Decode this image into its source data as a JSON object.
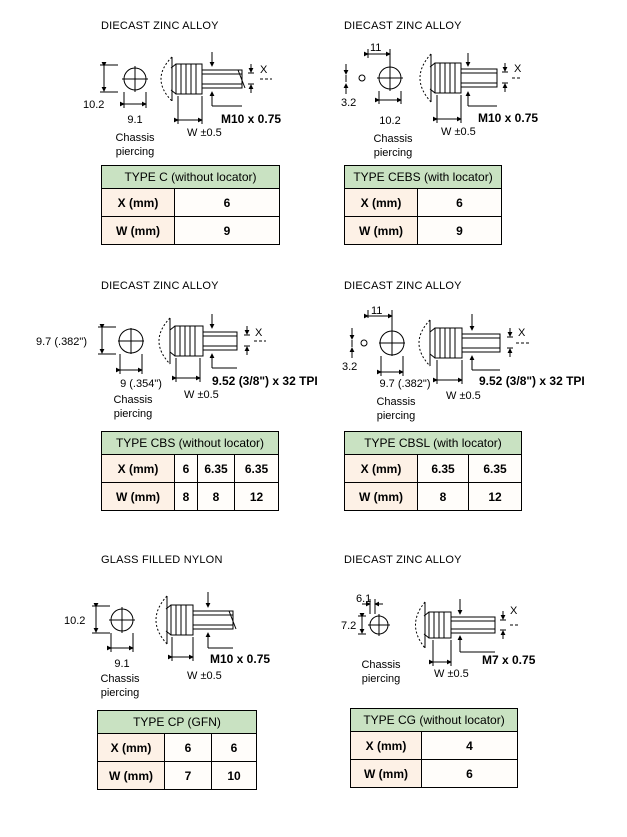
{
  "panels": [
    {
      "material": "DIECAST ZINC ALLOY",
      "labels": {
        "height": "10.2",
        "chassis_dim": "9.1",
        "chassis_1": "Chassis",
        "chassis_2": "piercing",
        "w": "W ±0.5",
        "x": "X",
        "thread": "M10 x 0.75"
      },
      "table": {
        "title": "TYPE C (without locator)",
        "rows": [
          {
            "label": "X (mm)",
            "values": [
              "6"
            ]
          },
          {
            "label": "W (mm)",
            "values": [
              "9"
            ]
          }
        ]
      }
    },
    {
      "material": "DIECAST ZINC ALLOY",
      "labels": {
        "offset": "11",
        "locator": "3.2",
        "chassis_dim": "10.2",
        "chassis_1": "Chassis",
        "chassis_2": "piercing",
        "w": "W ±0.5",
        "x": "X",
        "thread": "M10 x 0.75"
      },
      "table": {
        "title": "TYPE CEBS (with locator)",
        "rows": [
          {
            "label": "X (mm)",
            "values": [
              "6"
            ]
          },
          {
            "label": "W (mm)",
            "values": [
              "9"
            ]
          }
        ]
      }
    },
    {
      "material": "DIECAST ZINC ALLOY",
      "labels": {
        "height": "9.7 (.382\")",
        "chassis_dim": "9 (.354\")",
        "chassis_1": "Chassis",
        "chassis_2": "piercing",
        "w": "W ±0.5",
        "x": "X",
        "thread": "9.52 (3/8\") x 32 TPI"
      },
      "table": {
        "title": "TYPE  CBS (without locator)",
        "rows": [
          {
            "label": "X (mm)",
            "values": [
              "6",
              "6.35",
              "6.35"
            ]
          },
          {
            "label": "W (mm)",
            "values": [
              "8",
              "8",
              "12"
            ]
          }
        ]
      }
    },
    {
      "material": "DIECAST ZINC ALLOY",
      "labels": {
        "offset": "11",
        "locator": "3.2",
        "chassis_dim": "9.7 (.382\")",
        "chassis_1": "Chassis",
        "chassis_2": "piercing",
        "w": "W ±0.5",
        "x": "X",
        "thread": "9.52 (3/8\") x 32 TPI"
      },
      "table": {
        "title": "TYPE  CBSL (with locator)",
        "rows": [
          {
            "label": "X (mm)",
            "values": [
              "6.35",
              "6.35"
            ]
          },
          {
            "label": "W (mm)",
            "values": [
              "8",
              "12"
            ]
          }
        ]
      }
    },
    {
      "material": "GLASS FILLED NYLON",
      "labels": {
        "height": "10.2",
        "chassis_dim": "9.1",
        "chassis_1": "Chassis",
        "chassis_2": "piercing",
        "w": "W ±0.5",
        "thread": "M10 x 0.75"
      },
      "table": {
        "title": "TYPE CP (GFN)",
        "rows": [
          {
            "label": "X (mm)",
            "values": [
              "6",
              "6"
            ]
          },
          {
            "label": "W (mm)",
            "values": [
              "7",
              "10"
            ]
          }
        ]
      }
    },
    {
      "material": "DIECAST ZINC ALLOY",
      "labels": {
        "flat": "6.1",
        "height": "7.2",
        "chassis_1": "Chassis",
        "chassis_2": "piercing",
        "w": "W ±0.5",
        "x": "X",
        "thread": "M7 x 0.75"
      },
      "table": {
        "title": "TYPE CG (without locator)",
        "rows": [
          {
            "label": "X (mm)",
            "values": [
              "4"
            ]
          },
          {
            "label": "W (mm)",
            "values": [
              "6"
            ]
          }
        ]
      }
    }
  ]
}
